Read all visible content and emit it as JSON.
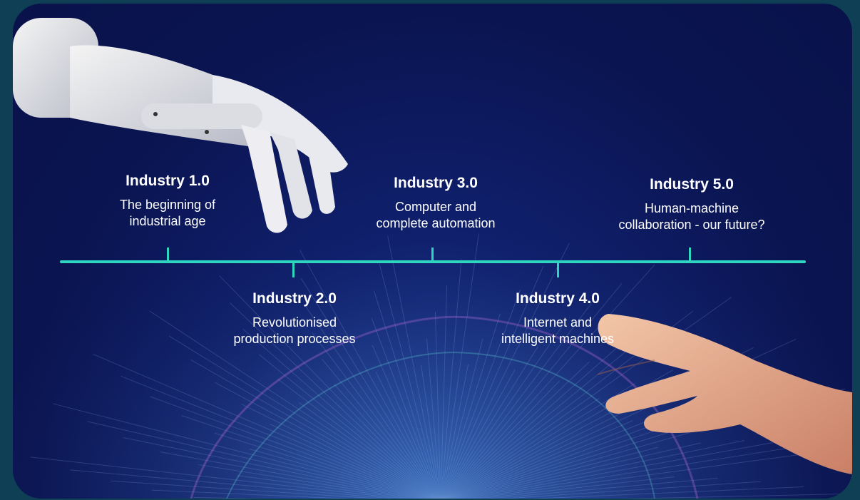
{
  "timeline": {
    "items": [
      {
        "title": "Industry 1.0",
        "desc_line1": "The beginning of",
        "desc_line2": "industrial age"
      },
      {
        "title": "Industry 2.0",
        "desc_line1": "Revolutionised",
        "desc_line2": "production processes"
      },
      {
        "title": "Industry 3.0",
        "desc_line1": "Computer and",
        "desc_line2": "complete automation"
      },
      {
        "title": "Industry 4.0",
        "desc_line1": "Internet and",
        "desc_line2": "intelligent machines"
      },
      {
        "title": "Industry 5.0",
        "desc_line1": "Human-machine",
        "desc_line2": "collaboration - our future?"
      }
    ]
  },
  "colors": {
    "accent": "#2ed6c2",
    "background": "#0a1450",
    "outer": "#0e3f55"
  }
}
